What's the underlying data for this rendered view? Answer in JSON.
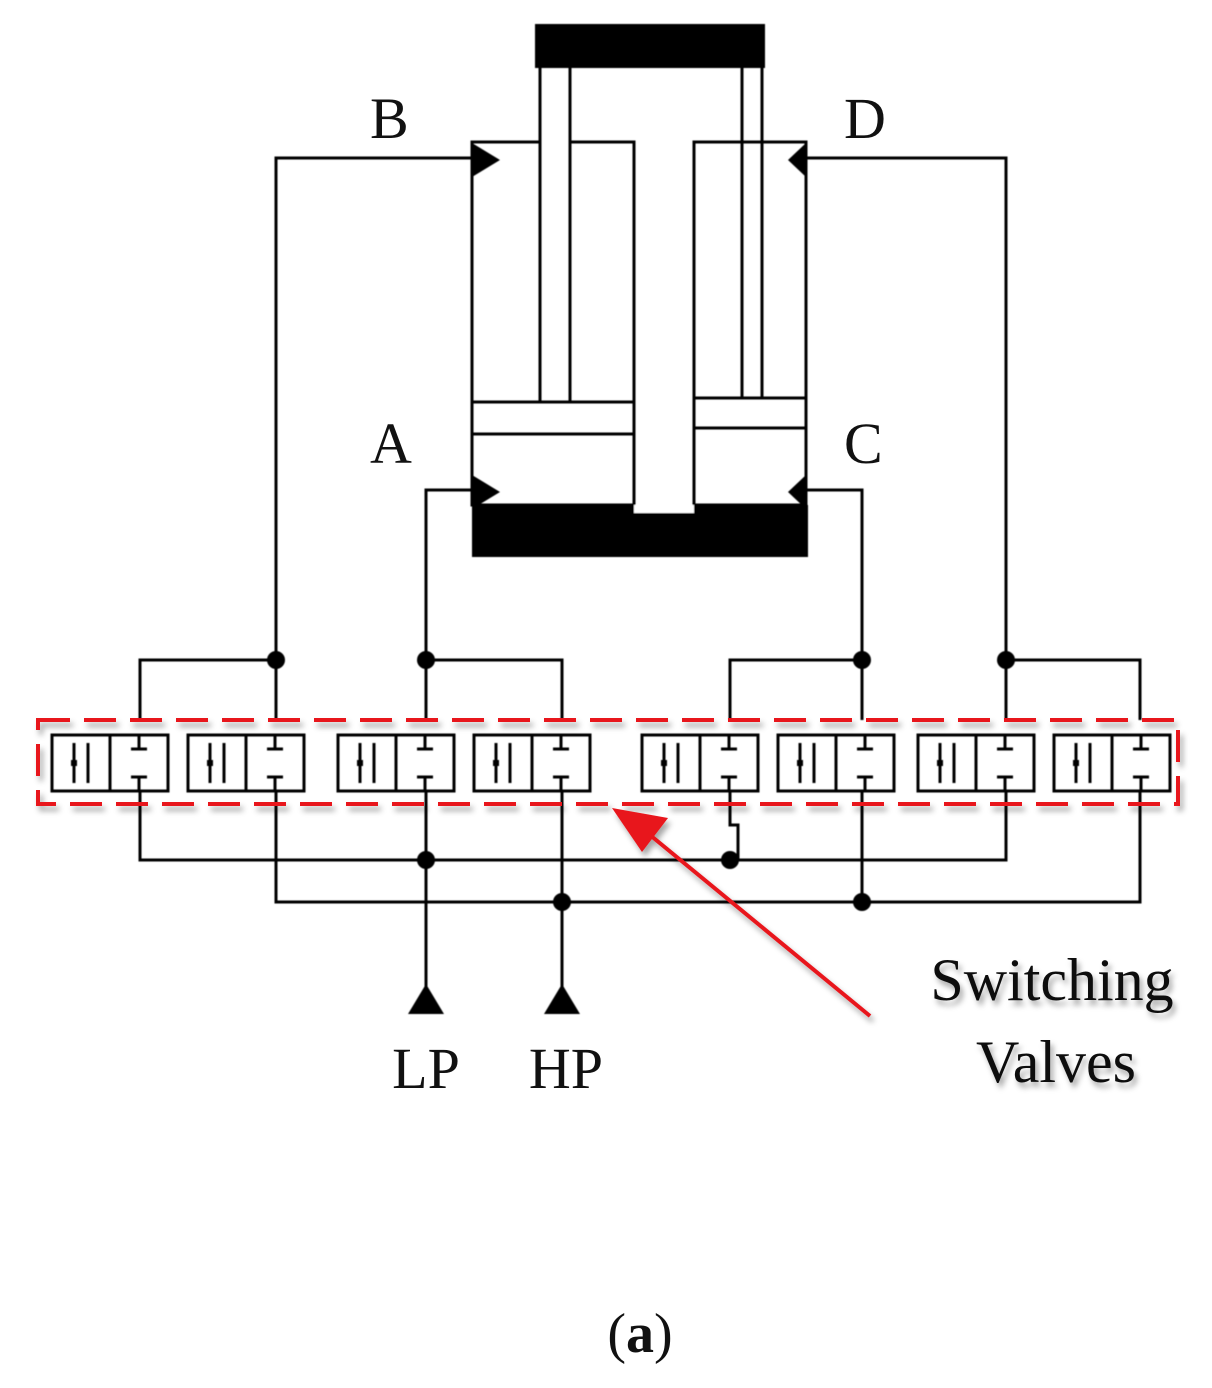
{
  "ports": {
    "a": "A",
    "b": "B",
    "c": "C",
    "d": "D"
  },
  "supply": {
    "low_pressure": "LP",
    "high_pressure": "HP"
  },
  "callout": {
    "line1": "Switching",
    "line2": "Valves"
  },
  "caption": {
    "open": "(",
    "letter": "a",
    "close": ")"
  },
  "colors": {
    "line": "#000000",
    "highlight": "#e8141b",
    "text": "#111111"
  },
  "valve_count": 8
}
